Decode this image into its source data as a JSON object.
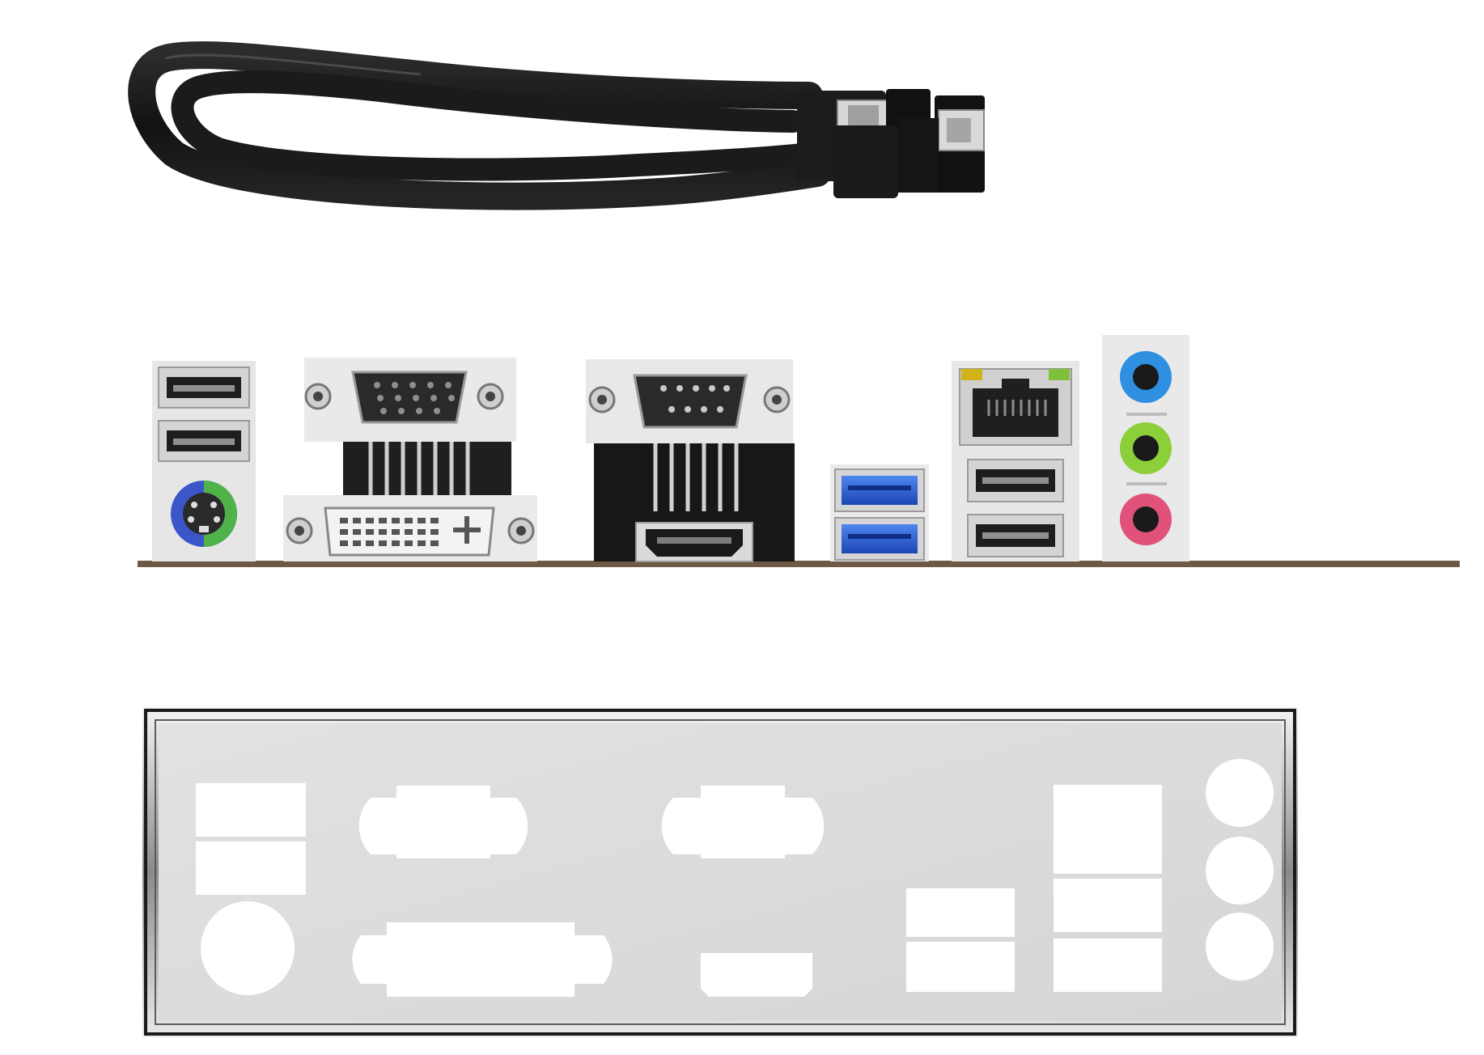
{
  "scene": {
    "subjects": [
      {
        "id": "sata-cable",
        "icon": "sata-cable-icon"
      },
      {
        "id": "rear-io-ports",
        "icon": "motherboard-ports-icon"
      },
      {
        "id": "io-shield",
        "icon": "io-shield-plate-icon"
      }
    ],
    "port_groups": [
      "usb2-x2-ps2",
      "vga-dvi",
      "serial-hdmi",
      "usb3-x2",
      "rj45-usb2-x2",
      "audio-jacks-x3"
    ],
    "audio_jacks": [
      {
        "name": "line-in",
        "color": "#2f8fe0"
      },
      {
        "name": "line-out",
        "color": "#8ccf3a"
      },
      {
        "name": "mic",
        "color": "#e0527a"
      }
    ],
    "ps2_colors": {
      "keyboard": "#3b56c9",
      "mouse": "#4fb34a"
    },
    "usb3_color": "#2a5fd6",
    "board_edge_color": "#6e5a44",
    "shield_color": "#d9d9d9",
    "cable_color": "#161616"
  }
}
